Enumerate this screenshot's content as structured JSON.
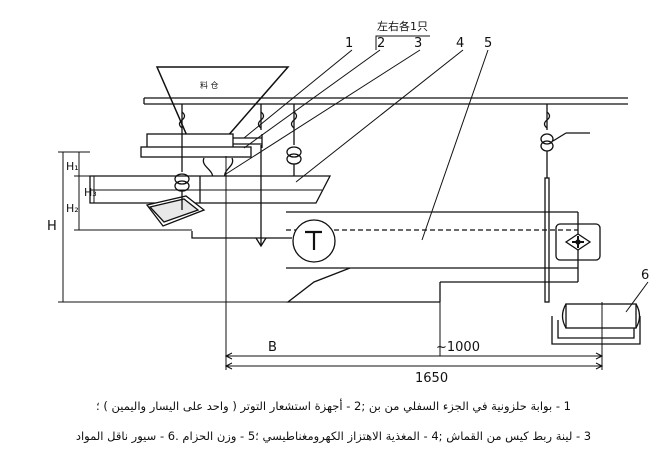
{
  "figure": {
    "top_note": "左右各1只",
    "hopper_label": "料 仓",
    "part_numbers": [
      "1",
      "2",
      "3",
      "4",
      "5",
      "6"
    ],
    "dimension_labels": {
      "H": "H",
      "H1": "H₁",
      "H2": "H₂",
      "H3": "H₃",
      "B": "B",
      "length_approx": "~1000",
      "length_total": "1650"
    }
  },
  "caption": {
    "line1": "1 - بوابة حلزونية في الجزء السفلي من بن ;2 - أجهزة استشعار التوتر ( واحد على اليسار واليمين ) ؛",
    "line2": "3 - لينة ربط كيس من القماش ;4 - المغذية الاهتزاز الكهرومغناطيسي ؛5 - وزن الحزام .6 - سيور ناقل المواد"
  }
}
